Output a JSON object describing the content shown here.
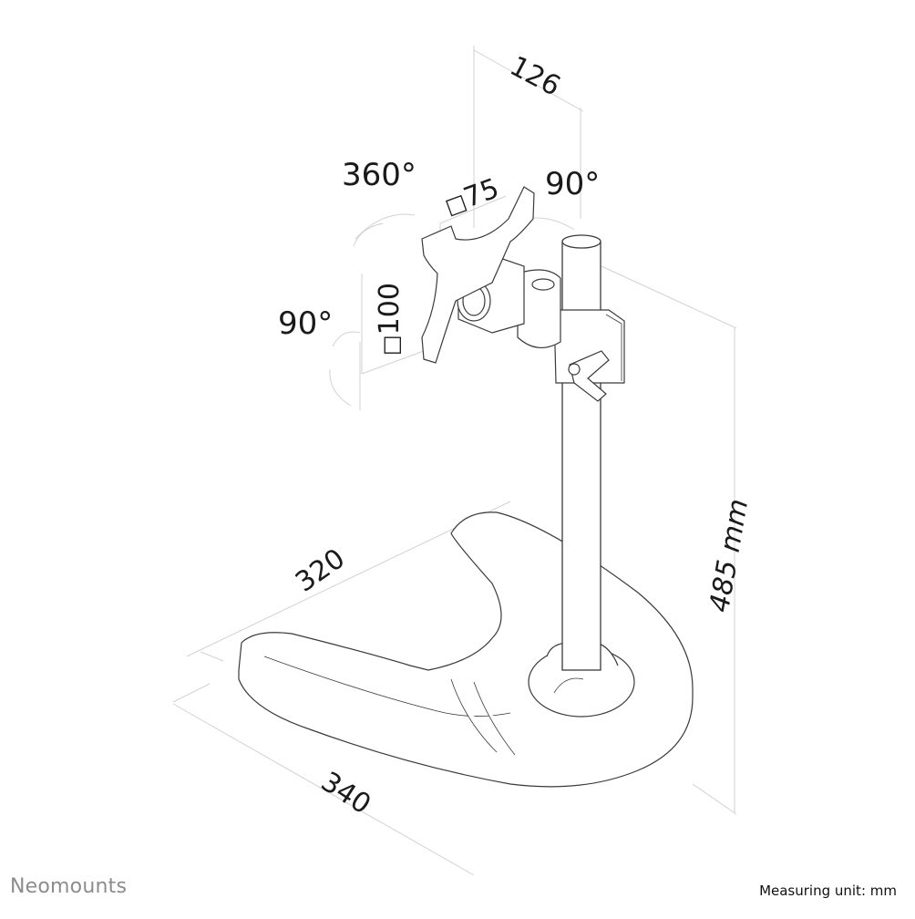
{
  "diagram": {
    "subject": "Single monitor desk stand (isometric line drawing)",
    "dimensions": {
      "arm_depth": "126",
      "vesa_horizontal": "75",
      "vesa_vertical": "100",
      "vesa_symbol": "□",
      "swivel": "360°",
      "tilt_side": "90°",
      "rotate": "90°",
      "base_depth": "320",
      "base_width": "340",
      "height": "485 mm"
    },
    "line_color": "#333333",
    "guide_color": "#cfcfcf"
  },
  "footer": {
    "brand": "Neomounts",
    "unit_label": "Measuring unit: mm"
  }
}
